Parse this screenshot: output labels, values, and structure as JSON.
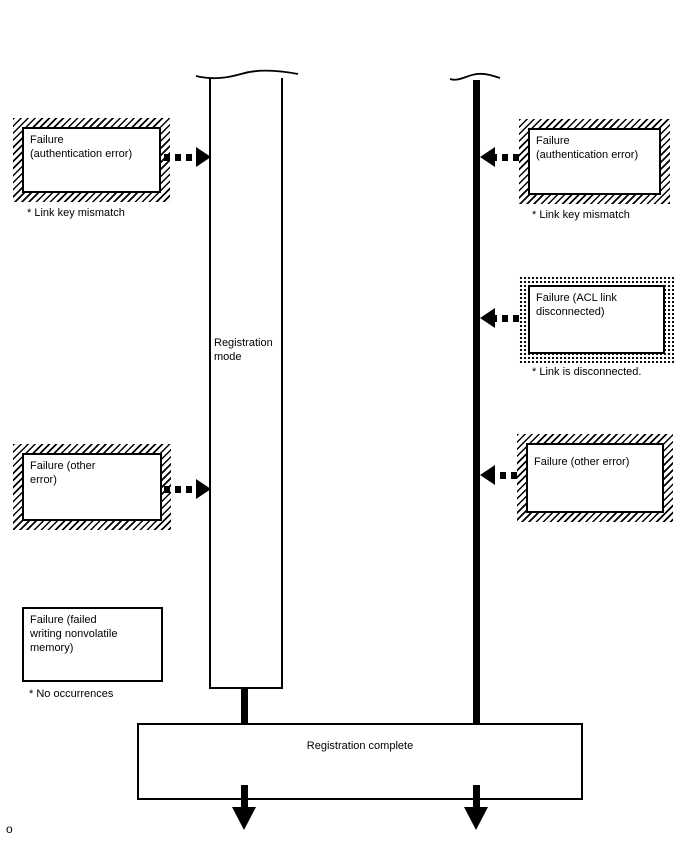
{
  "page": {
    "background": "#ffffff",
    "ink": "#000000"
  },
  "diagram": {
    "mode_bar_label": "Registration\nmode",
    "complete_label": "Registration complete",
    "corner_mark": "o",
    "left_lane": {
      "auth": {
        "label": "Failure\n(authentication error)",
        "caption": "* Link key mismatch"
      },
      "other": {
        "label": "Failure (other\nerror)"
      },
      "nonvolatile": {
        "label": "Failure (failed\nwriting nonvolatile\nmemory)",
        "caption": "* No occurrences"
      }
    },
    "right_lane": {
      "auth": {
        "label": "Failure\n(authentication error)",
        "caption": "* Link key mismatch"
      },
      "acl": {
        "label": "Failure (ACL link\ndisconnected)",
        "caption": "* Link is disconnected."
      },
      "other": {
        "label": "Failure (other error)"
      }
    }
  }
}
